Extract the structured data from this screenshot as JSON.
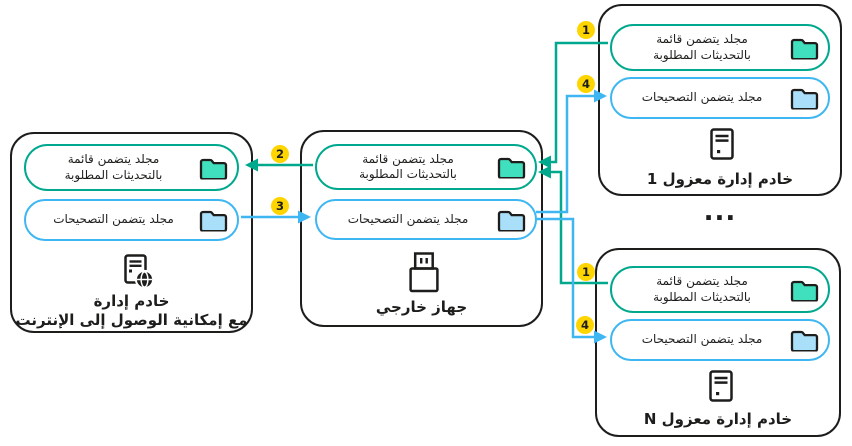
{
  "diagram": {
    "folders": {
      "updates_list_line1": "مجلد يتضمن قائمة",
      "updates_list_line2": "بالتحديثات المطلوبة",
      "patches": "مجلد يتضمن التصحيحات"
    },
    "nodes": {
      "internet_server": {
        "label_line1": "خادم إدارة",
        "label_line2": "مع إمكانية الوصول إلى الإنترنت"
      },
      "external_device": {
        "label": "جهاز خارجي"
      },
      "isolated_server_1": {
        "label": "خادم إدارة معزول 1"
      },
      "isolated_server_n": {
        "label": "خادم إدارة معزول N"
      }
    },
    "steps": [
      "1",
      "2",
      "3",
      "4"
    ],
    "ellipsis": "...",
    "colors": {
      "green": "#00A88E",
      "blue": "#3DB6F2",
      "yellow": "#FFD500",
      "green_folder": "#40E0BE",
      "blue_folder": "#A9DFF8",
      "ink": "#1D1D1B"
    }
  }
}
